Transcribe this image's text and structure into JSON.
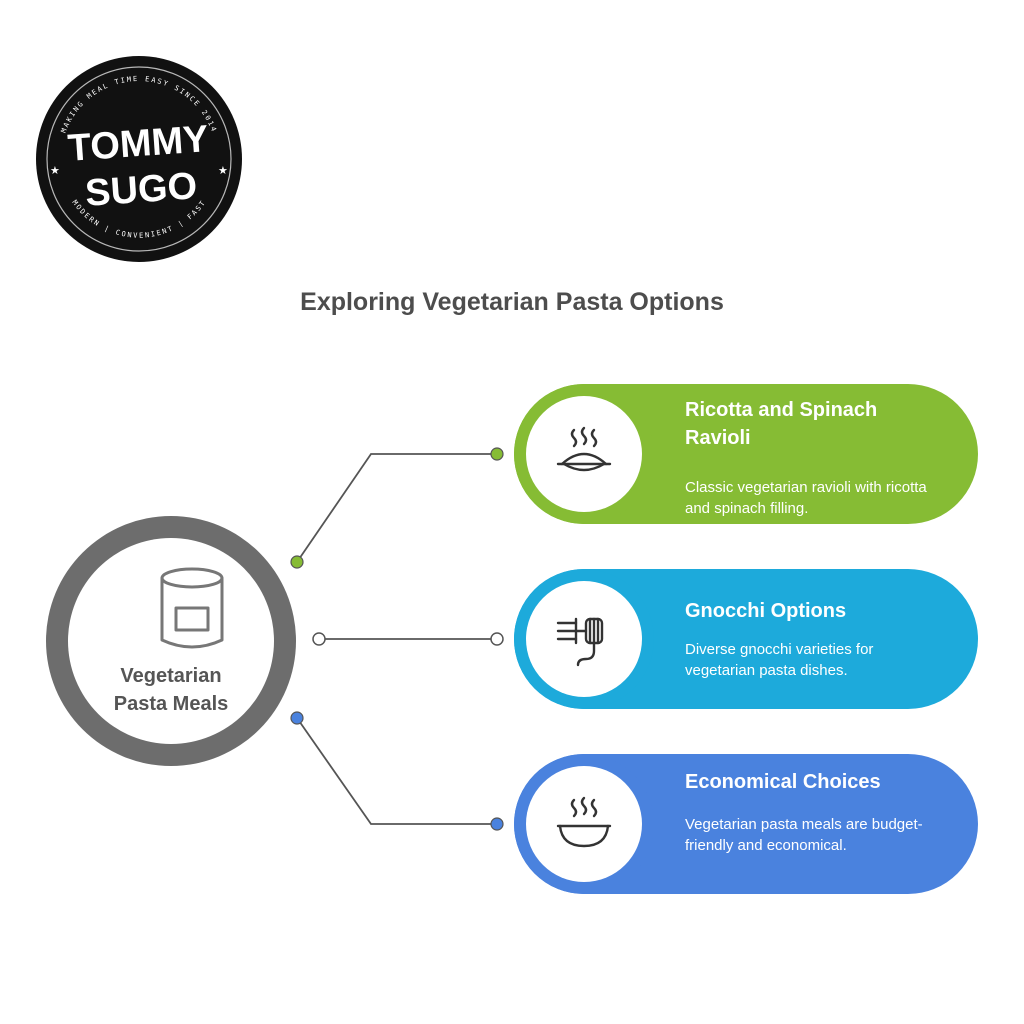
{
  "logo": {
    "brand_line1": "TOMMY",
    "brand_line2": "SUGO",
    "tagline_top": "MAKING MEAL TIME EASY SINCE 2014",
    "tagline_bottom": "MODERN | CONVENIENT | FAST"
  },
  "title": "Exploring Vegetarian Pasta Options",
  "hub": {
    "label_line1": "Vegetarian",
    "label_line2": "Pasta Meals",
    "icon": "jar-icon"
  },
  "cards": [
    {
      "title": "Ricotta and Spinach Ravioli",
      "description": "Classic vegetarian ravioli with ricotta and spinach filling.",
      "icon": "steaming-dish-icon",
      "color": "#86bc34"
    },
    {
      "title": "Gnocchi Options",
      "description": "Diverse gnocchi varieties for vegetarian pasta dishes.",
      "icon": "pasta-fork-icon",
      "color": "#1daadb"
    },
    {
      "title": "Economical Choices",
      "description": "Vegetarian pasta meals are budget-friendly and economical.",
      "icon": "steaming-bowl-icon",
      "color": "#4a82de"
    }
  ],
  "colors": {
    "hub_ring": "#6d6d6d",
    "connector": "#555555",
    "title_text": "#4d4d4d"
  }
}
